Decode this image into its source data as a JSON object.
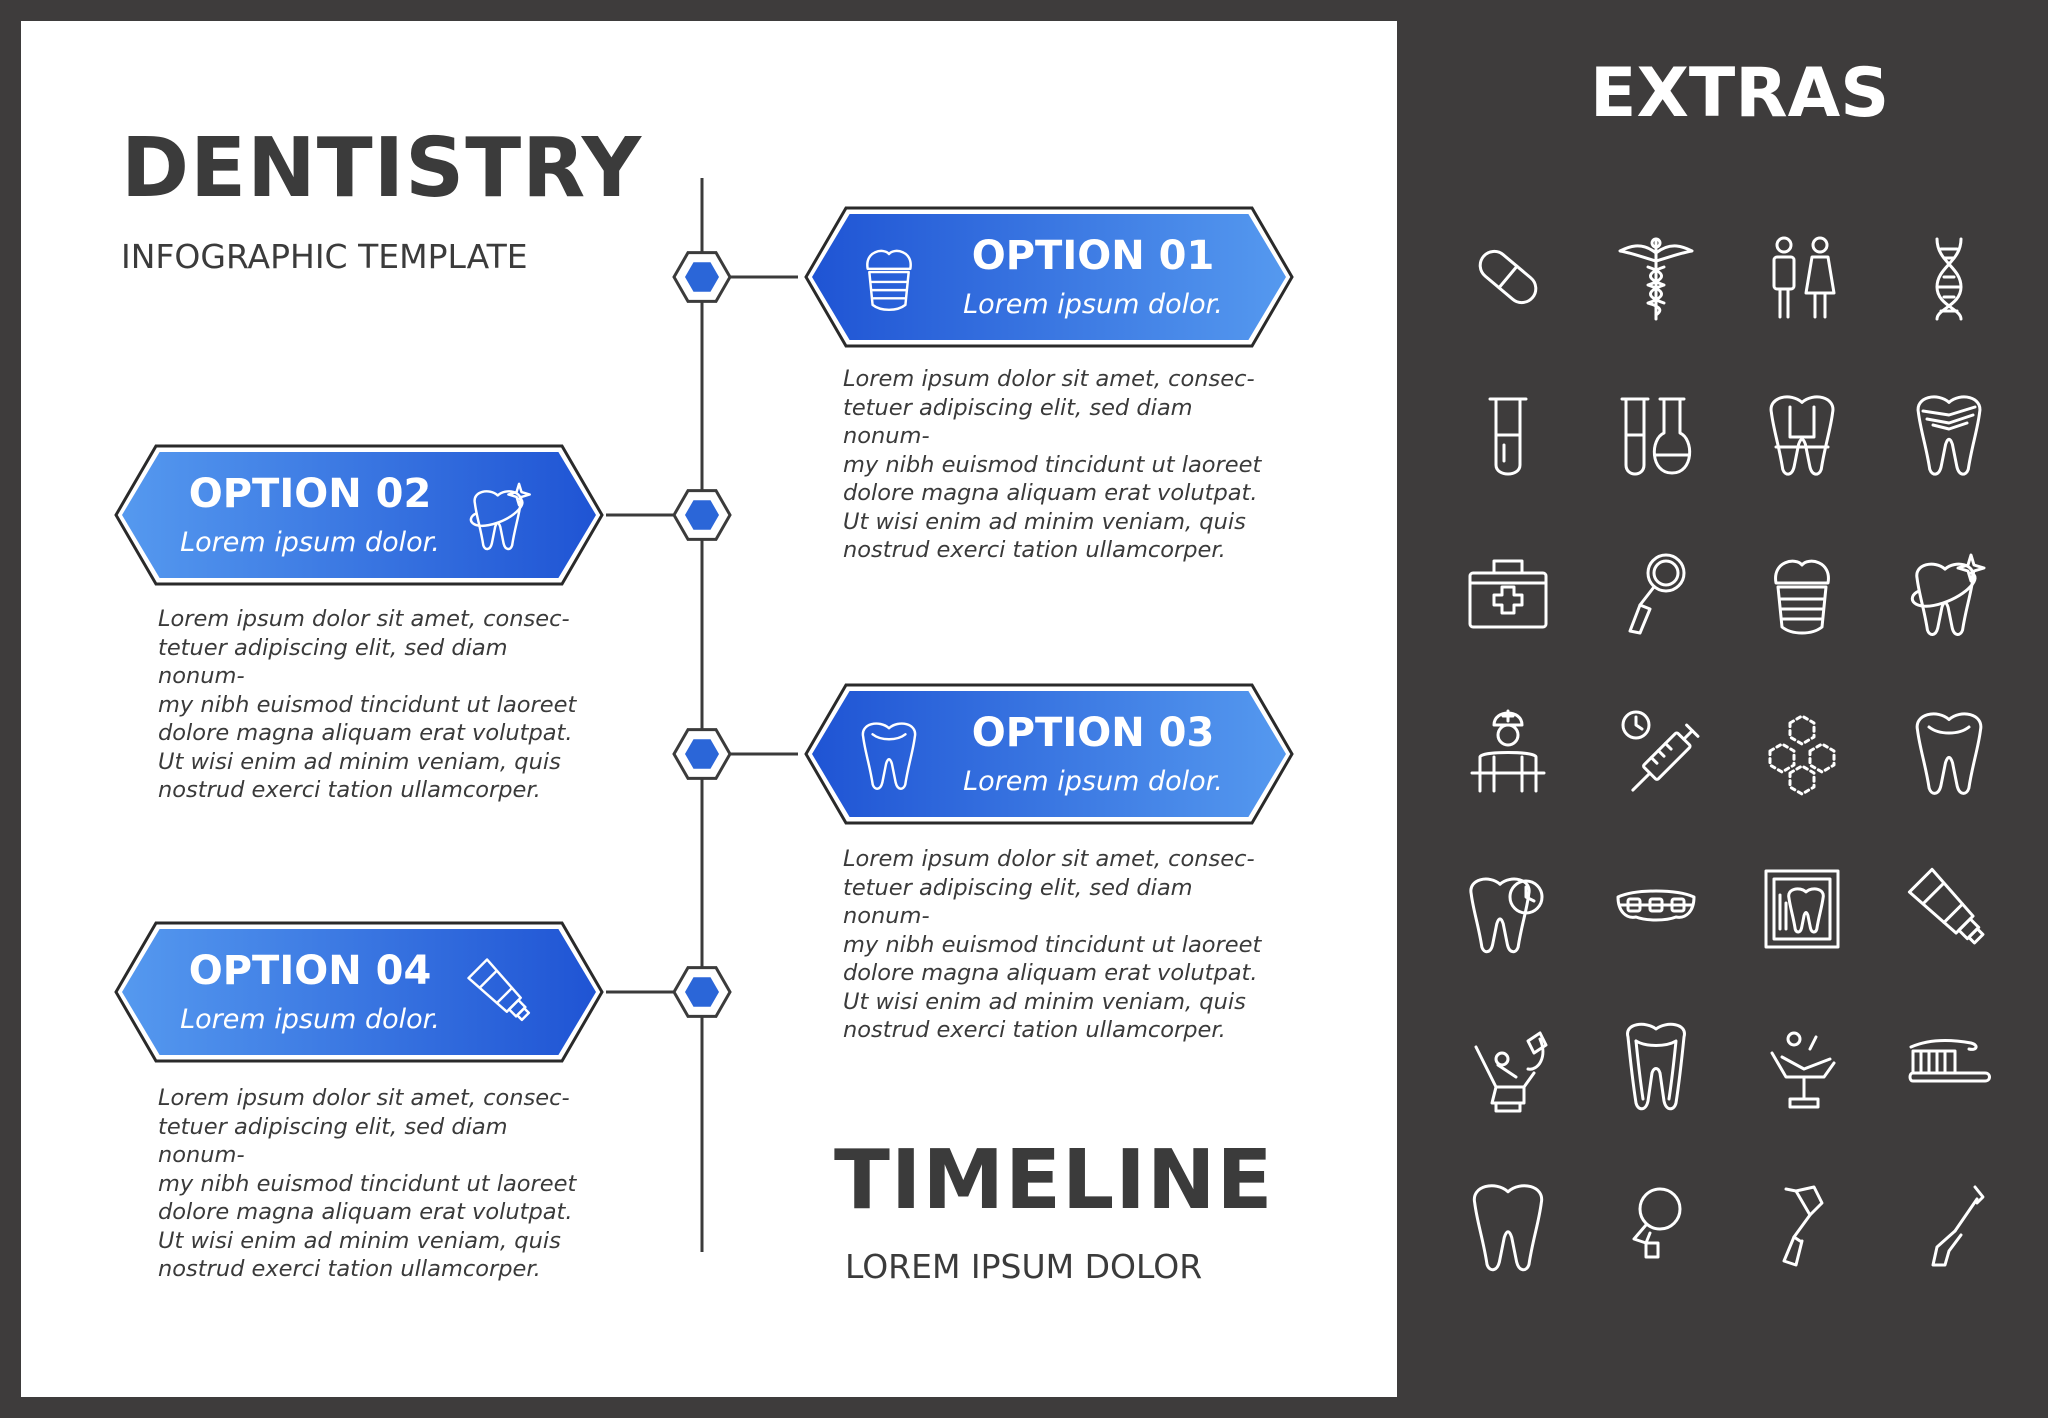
{
  "title": "DENTISTRY",
  "subtitle": "INFOGRAPHIC TEMPLATE",
  "timeline_title": "TIMELINE",
  "timeline_subtitle": "LOREM IPSUM DOLOR",
  "options": [
    {
      "label": "OPTION 01",
      "sub": "Lorem ipsum dolor.",
      "icon": "dental-implant-icon",
      "text": "Lorem ipsum dolor sit amet, consec-\ntetuer adipiscing elit, sed diam nonum-\nmy nibh euismod tincidunt ut laoreet\ndolore magna aliquam erat volutpat.\nUt wisi enim ad minim veniam, quis\nnostrud exerci tation ullamcorper."
    },
    {
      "label": "OPTION 02",
      "sub": "Lorem ipsum dolor.",
      "icon": "clean-tooth-icon",
      "text": "Lorem ipsum dolor sit amet, consec-\ntetuer adipiscing elit, sed diam nonum-\nmy nibh euismod tincidunt ut laoreet\ndolore magna aliquam erat volutpat.\nUt wisi enim ad minim veniam, quis\nnostrud exerci tation ullamcorper."
    },
    {
      "label": "OPTION 03",
      "sub": "Lorem ipsum dolor.",
      "icon": "tooth-icon",
      "text": "Lorem ipsum dolor sit amet, consec-\ntetuer adipiscing elit, sed diam nonum-\nmy nibh euismod tincidunt ut laoreet\ndolore magna aliquam erat volutpat.\nUt wisi enim ad minim veniam, quis\nnostrud exerci tation ullamcorper."
    },
    {
      "label": "OPTION 04",
      "sub": "Lorem ipsum dolor.",
      "icon": "toothpaste-icon",
      "text": "Lorem ipsum dolor sit amet, consec-\ntetuer adipiscing elit, sed diam nonum-\nmy nibh euismod tincidunt ut laoreet\ndolore magna aliquam erat volutpat.\nUt wisi enim ad minim veniam, quis\nnostrud exerci tation ullamcorper."
    }
  ],
  "extras": {
    "title": "EXTRAS",
    "icons": [
      "pill-icon",
      "caduceus-icon",
      "man-woman-icon",
      "dna-icon",
      "test-tube-icon",
      "lab-flasks-icon",
      "tooth-filling-icon",
      "tooth-crack-icon",
      "first-aid-kit-icon",
      "dental-mirror-icon",
      "dental-implant-icon",
      "clean-tooth-icon",
      "dentist-icon",
      "syringe-clock-icon",
      "molecule-icon",
      "tooth-icon",
      "tooth-time-icon",
      "braces-icon",
      "dental-xray-icon",
      "toothpaste-icon",
      "dental-chair-lamp-icon",
      "tooth-root-icon",
      "patient-chair-icon",
      "toothbrush-icon",
      "tooth-outline-icon",
      "dental-mirror-round-icon",
      "dental-drill-icon",
      "dental-probe-icon"
    ]
  },
  "colors": {
    "accent_dark": "#1f54d4",
    "accent_light": "#5599ef",
    "frame": "#3e3c3c",
    "text": "#3b3b3b"
  }
}
